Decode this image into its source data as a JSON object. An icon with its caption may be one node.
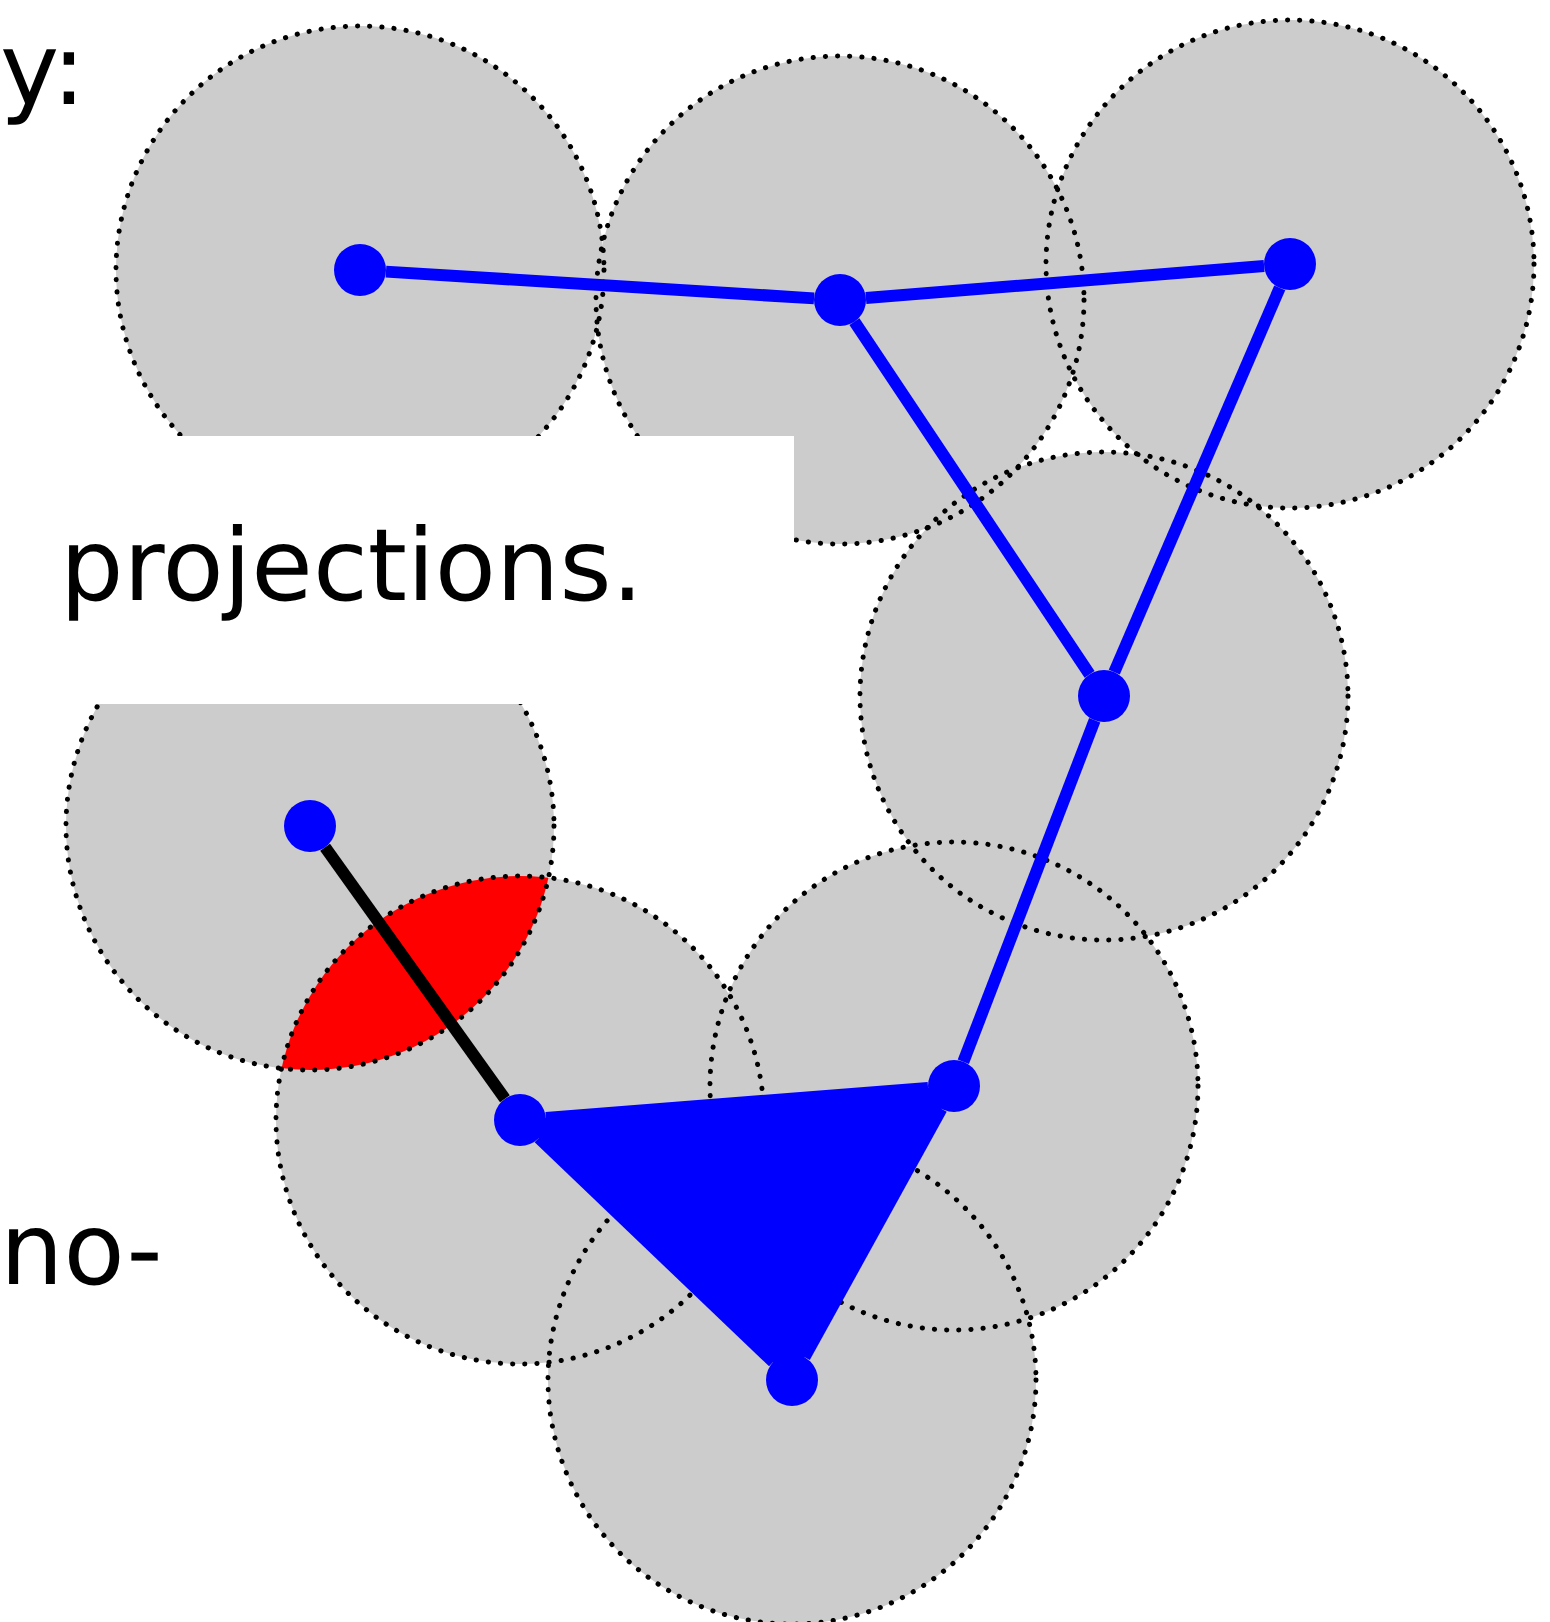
{
  "diagram": {
    "nodes": [
      {
        "text": [],
        "shape": "circle"
      },
      {
        "text": [],
        "shape": "circle"
      },
      {
        "text": [],
        "shape": "circle"
      },
      {
        "text": [],
        "shape": "circle"
      },
      {
        "text": [],
        "shape": "circle"
      },
      {
        "text": [],
        "shape": "circle"
      },
      {
        "text": [],
        "shape": "circle"
      },
      {
        "text": [],
        "shape": "circle"
      }
    ],
    "edges": [
      {
        "from": 0,
        "to": 1,
        "arrow": "none"
      },
      {
        "from": 1,
        "to": 2,
        "arrow": "none"
      },
      {
        "from": 1,
        "to": 3,
        "arrow": "none"
      },
      {
        "from": 2,
        "to": 3,
        "arrow": "none"
      },
      {
        "from": 3,
        "to": 6,
        "arrow": "none"
      },
      {
        "from": 4,
        "to": 5,
        "arrow": "none",
        "color": "#000000"
      },
      {
        "from": 5,
        "to": 6,
        "arrow": "none"
      },
      {
        "from": 6,
        "to": 7,
        "arrow": "none"
      },
      {
        "from": 5,
        "to": 7,
        "arrow": "none"
      }
    ],
    "labels": [
      "y:",
      "projections.",
      "no-"
    ]
  }
}
